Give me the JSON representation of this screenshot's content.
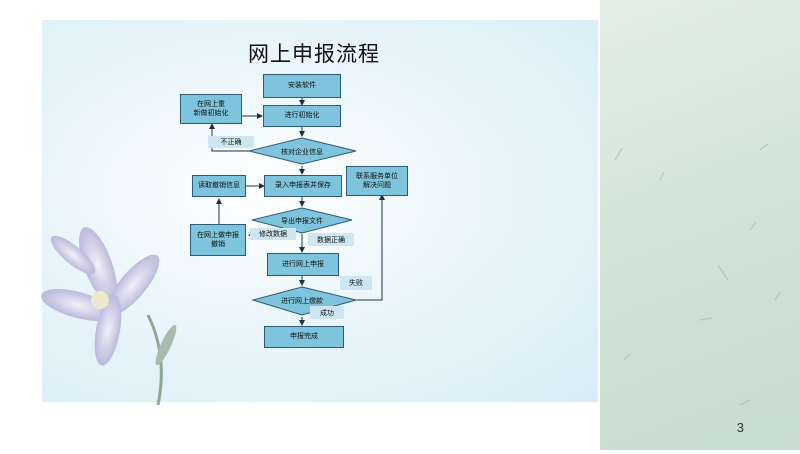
{
  "slide": {
    "title": "网上申报流程",
    "page_number": "3"
  },
  "flowchart": {
    "install_software": "安装软件",
    "init": "进行初始化",
    "reinit_box": [
      "在网上重",
      "新做初始化"
    ],
    "incorrect": "不正确",
    "verify_info": "核对企业信息",
    "read_revoke_info": "读取撤销信息",
    "enter_save": "录入申报表并保存",
    "contact_service": [
      "联系服务单位",
      "解决问题"
    ],
    "export_file": "导出申报文件",
    "revoke_online": [
      "在网上做申报",
      "撤销"
    ],
    "modify_data": "修改数据",
    "data_correct": "数据正确",
    "online_declare": "进行网上申报",
    "failed": "失败",
    "online_payment": "进行网上缴款",
    "success": "成功",
    "declare_complete": "申报完成"
  },
  "colors": {
    "node_fill": "#7ec4dc",
    "node_border": "#2f5a78",
    "note_fill": "#cde6f1",
    "side_panel": "#cfe2d6"
  }
}
